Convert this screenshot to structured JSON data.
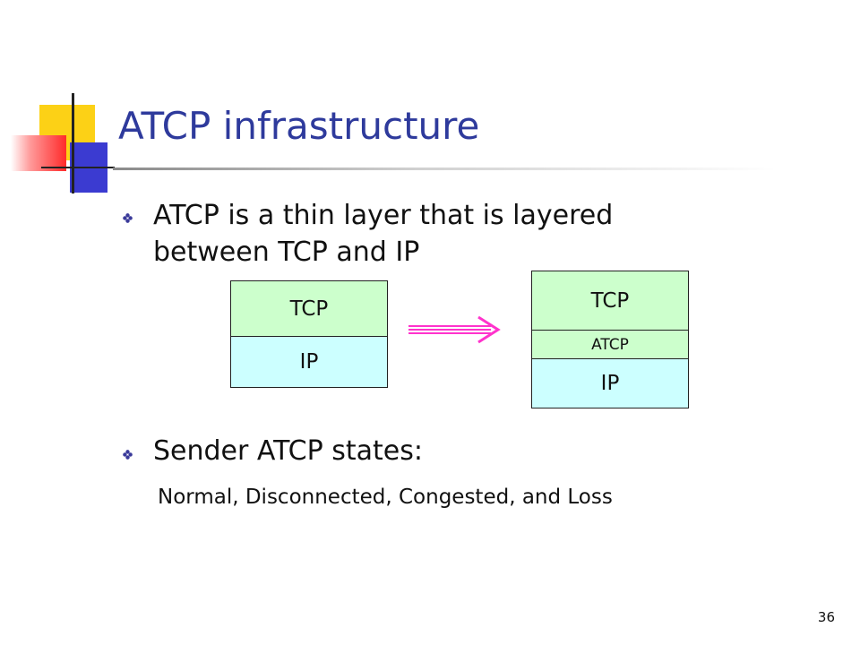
{
  "slide": {
    "title": "ATCP infrastructure",
    "bullets": [
      {
        "line1": "ATCP is a thin layer that is layered",
        "line2": "between TCP and IP"
      },
      {
        "line1": "Sender ATCP states:"
      }
    ],
    "states_text": "Normal, Disconnected, Congested, and Loss",
    "page_number": "36"
  },
  "diagram": {
    "left_stack": {
      "top": "TCP",
      "bottom": "IP"
    },
    "right_stack": {
      "top": "TCP",
      "middle": "ATCP",
      "bottom": "IP"
    },
    "colors": {
      "tcp": "#ccffcc",
      "ip": "#ccffff",
      "arrow": "#ff33cc",
      "title": "#2e3a9c"
    }
  }
}
